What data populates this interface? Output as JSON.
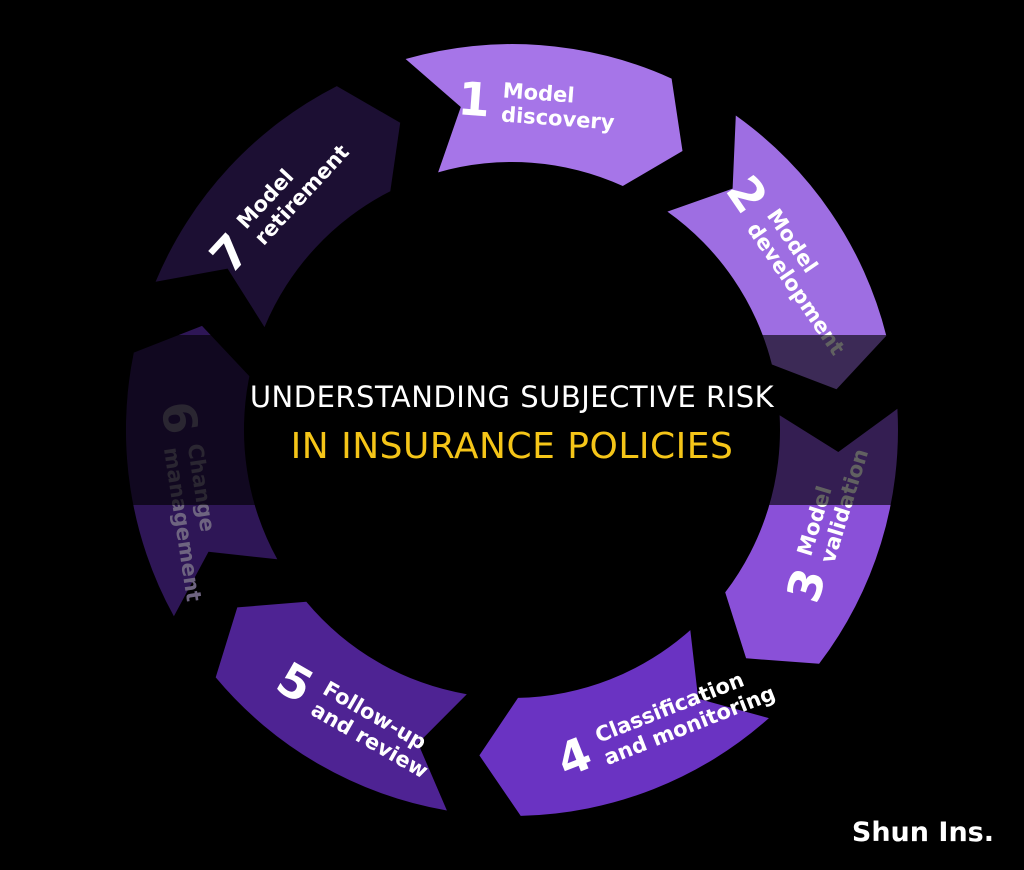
{
  "diagram": {
    "steps": [
      {
        "number": "1",
        "lines": [
          "Model",
          "discovery"
        ],
        "color": "#a675e8",
        "text_color": "#ffffff"
      },
      {
        "number": "2",
        "lines": [
          "Model",
          "development"
        ],
        "color": "#9e6ee2",
        "text_color": "#ffffff"
      },
      {
        "number": "3",
        "lines": [
          "Model",
          "validation"
        ],
        "color": "#8a50d8",
        "text_color": "#ffffff"
      },
      {
        "number": "4",
        "lines": [
          "Classification",
          "and monitoring"
        ],
        "color": "#6a33c2",
        "text_color": "#ffffff"
      },
      {
        "number": "5",
        "lines": [
          "Follow-up",
          "and review"
        ],
        "color": "#4e2393",
        "text_color": "#ffffff"
      },
      {
        "number": "6",
        "lines": [
          "Change",
          "management"
        ],
        "color": "#2e1656",
        "text_color": "#6e6480"
      },
      {
        "number": "7",
        "lines": [
          "Model",
          "retirement"
        ],
        "color": "#1c0f33",
        "text_color": "#ffffff"
      }
    ]
  },
  "headline": {
    "line1": "UNDERSTANDING SUBJECTIVE RISK",
    "line2": "IN INSURANCE POLICIES",
    "line1_color": "#ffffff",
    "line2_color": "#f5c518"
  },
  "brand": {
    "name": "Shun Ins."
  }
}
